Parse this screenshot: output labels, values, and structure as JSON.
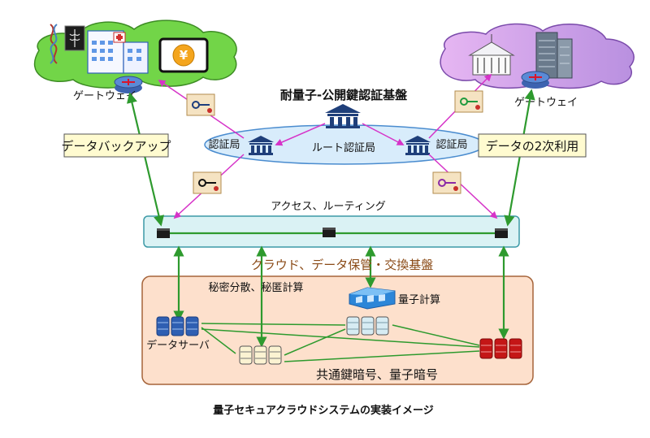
{
  "pki": {
    "title": "耐量子-公開鍵認証基盤",
    "root_ca": "ルート認証局",
    "ca_left": "認証局",
    "ca_right": "認証局"
  },
  "left_site": {
    "gateway": "ゲートウェイ",
    "tablet_symbol": "¥"
  },
  "right_site": {
    "gateway": "ゲートウェイ"
  },
  "callouts": {
    "backup": "データバックアップ",
    "secondary_use": "データの2次利用"
  },
  "network": {
    "label": "アクセス、ルーティング"
  },
  "cloud": {
    "title": "クラウド、データ保管・交換基盤",
    "secret_sharing": "秘密分散、秘匿計算",
    "quantum_compute": "量子計算",
    "data_server": "データサーバ",
    "crypto": "共通鍵暗号、量子暗号"
  },
  "caption": "量子セキュアクラウドシステムの実装イメージ",
  "colors": {
    "link_green": "#2e9a2e",
    "cert_magenta": "#d633c8",
    "cloud_box_fill": "#fde0cc",
    "network_bar_fill": "#daf2f4",
    "ca_ellipse_fill": "#d8ecfb",
    "callout_fill": "#fffbd0",
    "cloud_title_color": "#8a4a16"
  }
}
